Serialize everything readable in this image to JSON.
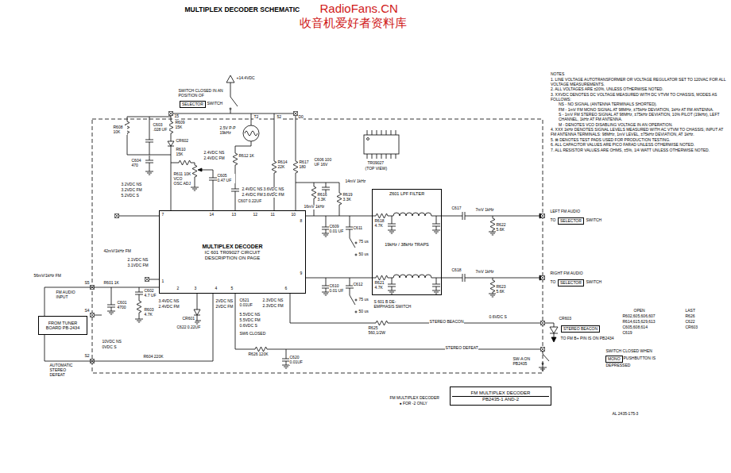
{
  "diagram": {
    "title": "MULTIPLEX DECODER SCHEMATIC",
    "nodes": [
      {
        "text": [
          "SELECTOR"
        ]
      },
      {
        "text": [
          "MULTIPLEX DECODER",
          "IC 601 TR09027 CIRCUIT DESCRIPTION ON PAGE"
        ]
      },
      {
        "text": [
          "Z601 LPF FILTER",
          "19kHz / 38kHz TRAPS"
        ]
      },
      {
        "text": [
          "SELECTOR"
        ]
      },
      {
        "text": [
          "SELECTOR"
        ]
      },
      {
        "text": [
          "FROM TUNER BOARD PB-2434"
        ]
      },
      {
        "text": [
          "STEREO BEACON"
        ]
      },
      {
        "text": [
          "MONO"
        ]
      },
      {
        "text": [
          "FM MULTIPLEX DECODER",
          "PB2435-1 AND-2"
        ]
      }
    ],
    "edges": [
      {
        "from": 5,
        "to": 1,
        "arrow": "none"
      },
      {
        "from": 1,
        "to": 2,
        "arrow": "none"
      },
      {
        "from": 1,
        "to": 2,
        "arrow": "none"
      },
      {
        "from": 5,
        "to": 1,
        "arrow": "none"
      }
    ],
    "labels": [
      "RadioFans.CN",
      "收音机爱好者资料库",
      "NOTES",
      "1. LINE VOLTAGE AUTOTRANSFORMER OR VOLTAGE REGULATOR SET TO 120VAC FOR ALL VOLTAGE MEASUREMENTS.",
      "2. ALL VOLTAGES ARE ±20%, UNLESS OTHERWISE NOTED.",
      "3. XXVDC DENOTES DC VOLTAGE MEASURED WITH DC VTVM TO CHASSIS, MODES AS FOLLOWS:",
      "NS - NO SIGNAL (ANTENNA TERMINALS SHORTED).",
      "FM - 1mV FM MONO SIGNAL AT 98MHz, ±75kHz DEVIATION, 1kHz AT FM ANTENNA.",
      "S - 1mV FM STEREO SIGNAL AT 98MHz, ±75kHz DEVIATION, 10% PILOT (19kHz), LEFT CHANNEL, 1kHz AT FM ANTENNA.",
      "M - DENOTES VCO DISABLING VOLTAGE IN AN OPERATION.",
      "4. XXX 1kHz DENOTES SIGNAL LEVELS MEASURED WITH AC VTVM TO CHASSIS; INPUT AT FM ANTENNA TERMINALS: 98MHz, 1mV LEVEL, ±75kHz DEVIATION, AT 1kHz.",
      "5. ⊠ DENOTES TEST PADS USED FOR PRODUCTION TESTING.",
      "6. ALL CAPACITOR VALUES ARE PICO FARAD UNLESS OTHERWISE NOTED.",
      "7. ALL RESISTOR VALUES ARE OHMS, ±5%, 1/4 WATT UNLESS OTHERWISE NOTED.",
      "+14.4VDC",
      "SWITCH CLOSED IN AN POSITION OF",
      "SWITCH",
      "15",
      "T2",
      "52",
      "D0",
      "R609 15K",
      "R608 10K",
      "C603 .028 UF",
      "CR602",
      "C604 470",
      "R610 15K",
      "R611 10K VCO OSC ADJ",
      "2.4VDC NS",
      "2.4VDC FM",
      "C605 0.47 UF",
      "R612 1K",
      "C607 0.22UF",
      "2.5V P-P 19kHz",
      "R614 22K",
      "R617 180",
      "C606 100 UF 16V",
      "2.4VDC NS",
      "3.6VDC NS",
      "2.4VDC FM",
      "3.6VDC FM",
      "TR09027",
      "(TOP VIEW)",
      "14mV 1kHz",
      "R616 3.3K",
      "R619 3.3K",
      "16mV 1kHz",
      "C609 0.01 UF",
      "C611",
      "75 us",
      "50 us",
      "R618 4.7K",
      "C610 0.01 UF",
      "C612",
      "75 us",
      "50 us",
      "S 601 B DE-EMPHASIS SWITCH",
      "R621 4.7K",
      "C617",
      "7mV 1kHz",
      "R622 5.6K",
      "C618",
      "7mV 1kHz",
      "R623 5.6K",
      "LEFT FM AUDIO",
      "TO",
      "SWITCH",
      "RIGHT FM AUDIO",
      "TO",
      "SWITCH",
      "STEREO BEACON",
      "R625 560,1/2W",
      "0.6VDC S",
      "CR603",
      "TO FM B+ PIN IS ON PB2434",
      "OPEN",
      "LAST",
      "R602,605,606,607",
      "R626",
      "R614,615,629,613",
      "C622",
      "C605,608,614",
      "CR603",
      "C619",
      "STEREO DEFEAT",
      "SW-A ON PB2435",
      "SWITCH CLOSED WHEN",
      "PUSHBUTTON IS",
      "DEPRESSED",
      "3.2VDC NS",
      "3.2VDC FM",
      "5.2VDC S",
      "7",
      "14",
      "13",
      "12",
      "11",
      "10",
      "8",
      "9",
      "1",
      "2",
      "3",
      "4",
      "5",
      "6",
      "42mV/1kHz FM",
      "2.1VDC NS",
      "3.1VDC FM",
      "56mV/1kHz FM",
      "FM AUDIO INPUT",
      "S5",
      "S4",
      "S2",
      "R601 1K",
      "C601 4700",
      "C602 4.7 UF",
      "R603 4.7K",
      "10VDC NS",
      "0VDC S",
      "R604 220K",
      "AUTOMATIC STEREO DEFEAT",
      "3.4VDC NS",
      "2.4VDC FM",
      "CR601",
      "C622 0.22UF",
      "2VDC NS",
      "2VDC FM",
      "C621 0.01UF",
      "2.3VDC NS",
      "2.3VDC FM",
      "5.5VDC NS",
      "5.5VDC FM",
      "0.6VDC S",
      "SW6 CLOSED",
      "R626 120K",
      "C620 0.01UF",
      "FM MULTIPLEX DECODER",
      "● FOR -2 ONLY",
      "AL 2435-175-3"
    ]
  }
}
